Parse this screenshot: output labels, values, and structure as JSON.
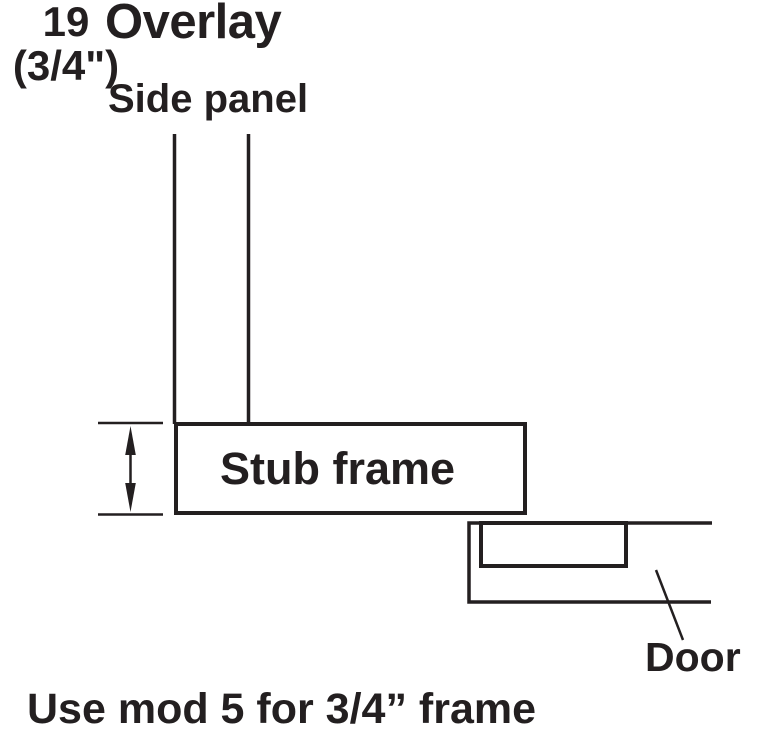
{
  "title": "Overlay",
  "labels": {
    "side_panel": "Side panel",
    "stub_frame": "Stub frame",
    "door": "Door"
  },
  "dimension": {
    "value": "19",
    "unit": "(3/4\")"
  },
  "note": "Use mod 5 for 3/4” frame",
  "colors": {
    "ink": "#231f20",
    "background": "#ffffff"
  }
}
